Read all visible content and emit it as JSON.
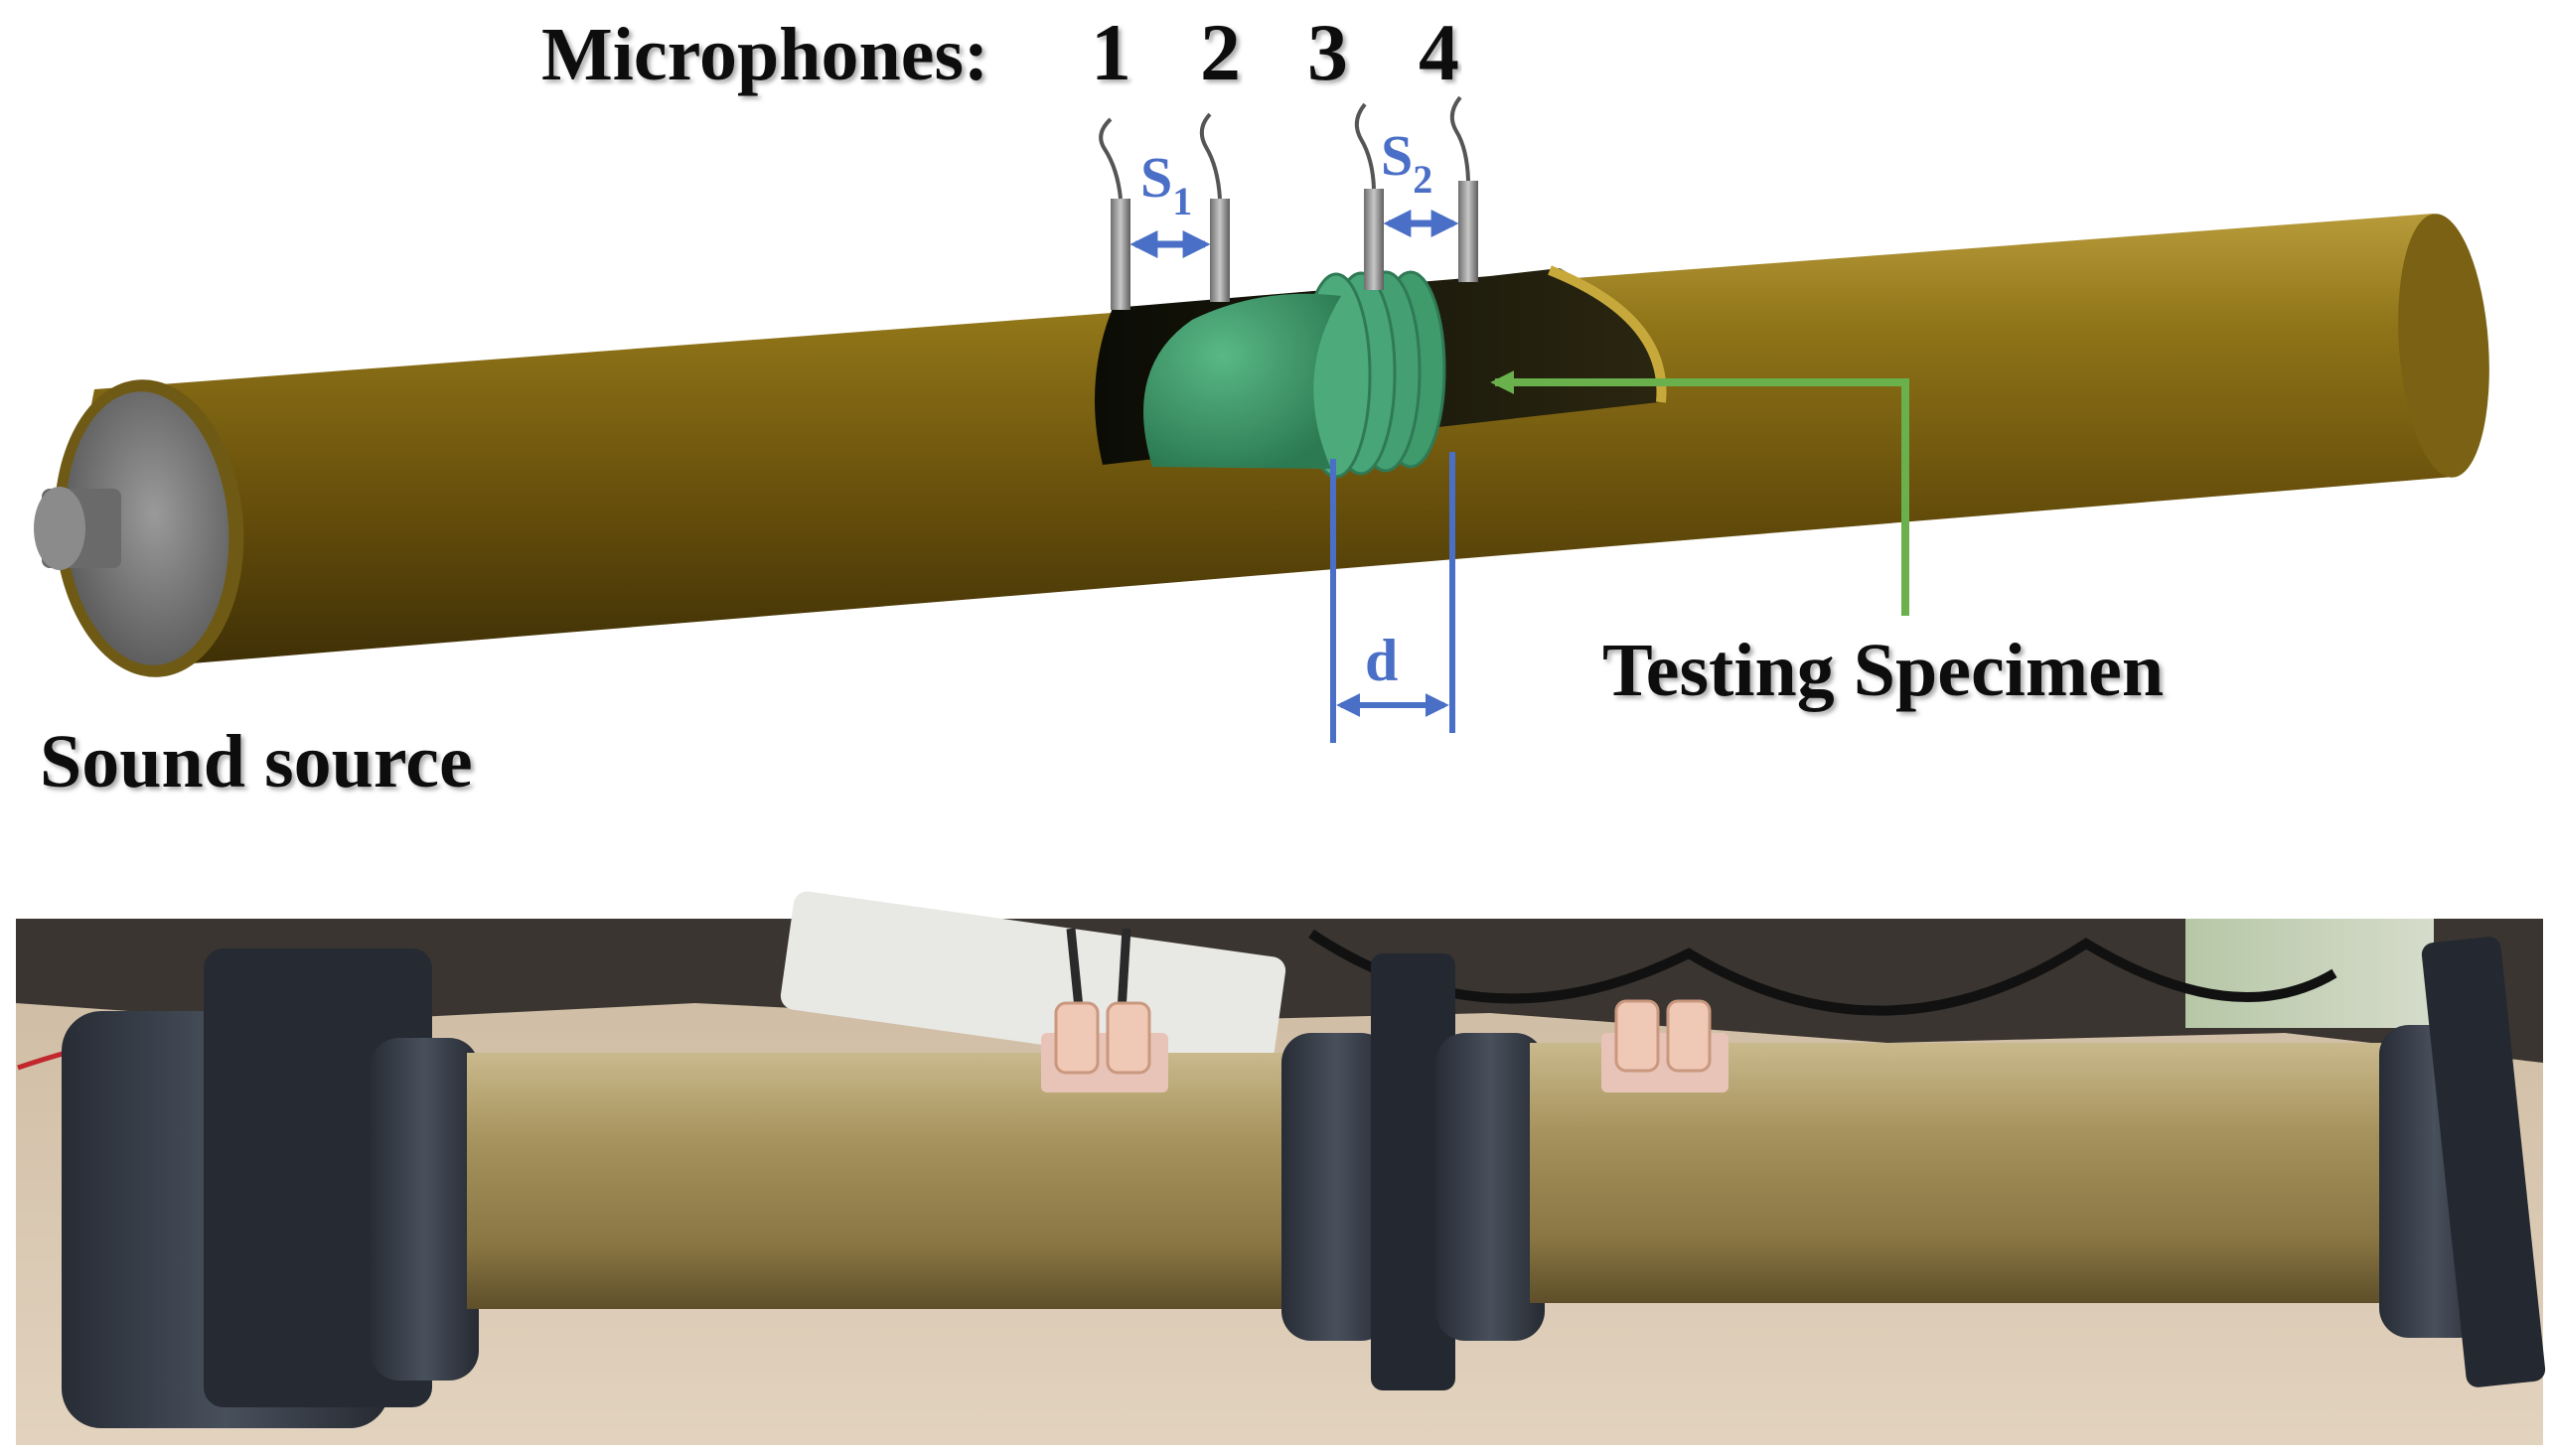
{
  "top_diagram": {
    "microphones_label": "Microphones:",
    "mic_numbers": [
      "1",
      "2",
      "3",
      "4"
    ],
    "spacing_1": {
      "letter": "S",
      "subscript": "1"
    },
    "spacing_2": {
      "letter": "S",
      "subscript": "2"
    },
    "thickness_label": "d",
    "specimen_label": "Testing Specimen",
    "source_label": "Sound source"
  },
  "photo": {
    "description_free": true
  },
  "colors": {
    "tube": "#8a6d10",
    "specimen": "#3f9a6c",
    "dimension_lines": "#4a6fc6",
    "pointer_arrow": "#6ab04c",
    "rubber_caps": "#2f3540",
    "brass": "#a48f58"
  }
}
